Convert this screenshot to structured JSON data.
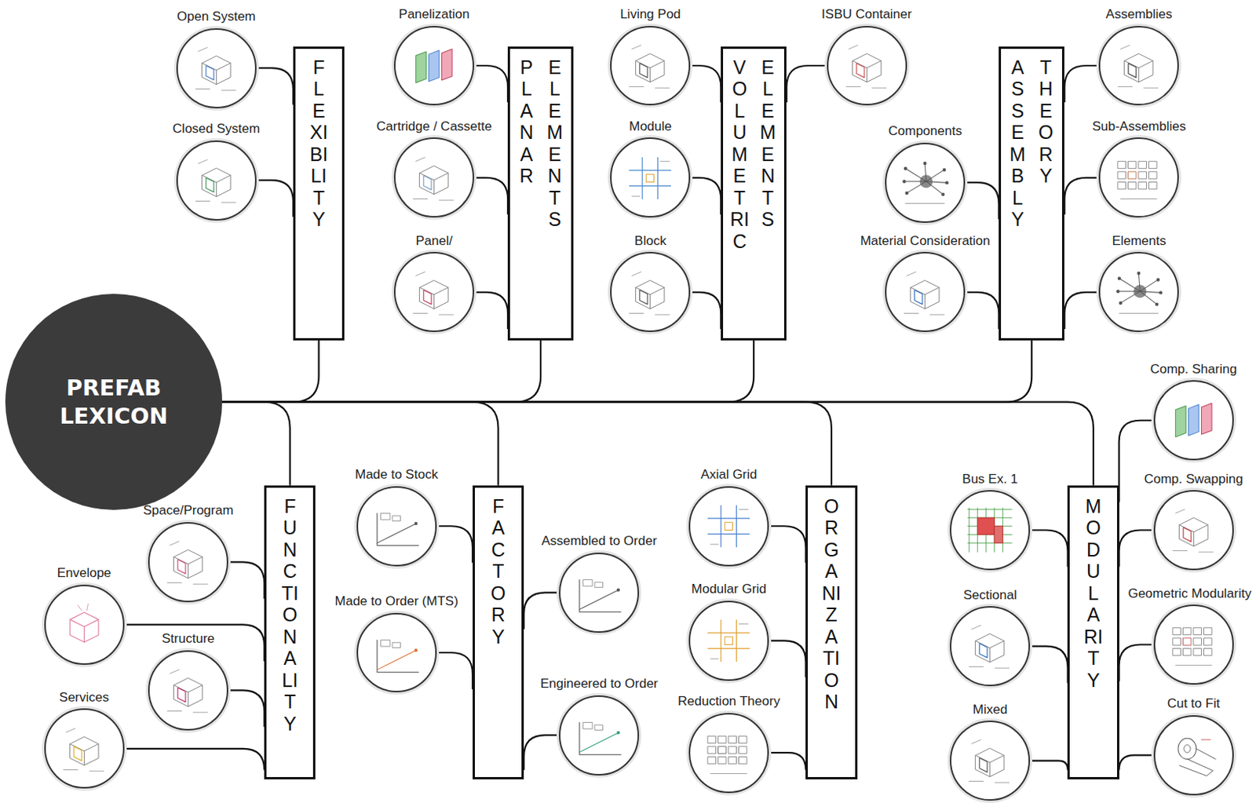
{
  "diagram": {
    "nodes": [
      {
        "text": [
          "PREFAB LEXICON"
        ]
      },
      {
        "text": [
          "FLEXIBILITY"
        ]
      },
      {
        "text": [
          "Open System"
        ]
      },
      {
        "text": [
          "Closed System"
        ]
      },
      {
        "text": [
          "PLANAR",
          "ELEMENTS"
        ]
      },
      {
        "text": [
          "Panelization"
        ]
      },
      {
        "text": [
          "Cartridge / Cassette"
        ]
      },
      {
        "text": [
          "Panel/"
        ]
      },
      {
        "text": [
          "VOLUMETRIC",
          "ELEMENTS"
        ]
      },
      {
        "text": [
          "Living Pod"
        ]
      },
      {
        "text": [
          "Module"
        ]
      },
      {
        "text": [
          "Block"
        ]
      },
      {
        "text": [
          "ISBU Container"
        ]
      },
      {
        "text": [
          "ASSEMBLY",
          "THEORY"
        ]
      },
      {
        "text": [
          "Components"
        ]
      },
      {
        "text": [
          "Material Consideration"
        ]
      },
      {
        "text": [
          "Assemblies"
        ]
      },
      {
        "text": [
          "Sub-Assemblies"
        ]
      },
      {
        "text": [
          "Elements"
        ]
      },
      {
        "text": [
          "FUNCTIONALITY"
        ]
      },
      {
        "text": [
          "Space/Program"
        ]
      },
      {
        "text": [
          "Envelope"
        ]
      },
      {
        "text": [
          "Structure"
        ]
      },
      {
        "text": [
          "Services"
        ]
      },
      {
        "text": [
          "FACTORY"
        ]
      },
      {
        "text": [
          "Made to Stock"
        ]
      },
      {
        "text": [
          "Made to Order (MTS)"
        ]
      },
      {
        "text": [
          "Assembled to Order"
        ]
      },
      {
        "text": [
          "Engineered to Order"
        ]
      },
      {
        "text": [
          "ORGANIZATION"
        ]
      },
      {
        "text": [
          "Axial Grid"
        ]
      },
      {
        "text": [
          "Modular Grid"
        ]
      },
      {
        "text": [
          "Reduction Theory"
        ]
      },
      {
        "text": [
          "MODULARITY"
        ]
      },
      {
        "text": [
          "Bus Ex. 1"
        ]
      },
      {
        "text": [
          "Sectional"
        ]
      },
      {
        "text": [
          "Mixed"
        ]
      },
      {
        "text": [
          "Comp. Sharing"
        ]
      },
      {
        "text": [
          "Comp. Swapping"
        ]
      },
      {
        "text": [
          "Geometric Modularity"
        ]
      },
      {
        "text": [
          "Cut to Fit"
        ]
      }
    ],
    "edges": [
      {
        "from": 0,
        "to": 1,
        "arrow": "none"
      },
      {
        "from": 0,
        "to": 4,
        "arrow": "none"
      },
      {
        "from": 0,
        "to": 8,
        "arrow": "none"
      },
      {
        "from": 0,
        "to": 13,
        "arrow": "none"
      },
      {
        "from": 0,
        "to": 19,
        "arrow": "none"
      },
      {
        "from": 0,
        "to": 24,
        "arrow": "none"
      },
      {
        "from": 0,
        "to": 29,
        "arrow": "none"
      },
      {
        "from": 0,
        "to": 33,
        "arrow": "none"
      },
      {
        "from": 1,
        "to": 2,
        "arrow": "none"
      },
      {
        "from": 1,
        "to": 3,
        "arrow": "none"
      },
      {
        "from": 4,
        "to": 5,
        "arrow": "none"
      },
      {
        "from": 4,
        "to": 6,
        "arrow": "none"
      },
      {
        "from": 4,
        "to": 7,
        "arrow": "none"
      },
      {
        "from": 8,
        "to": 9,
        "arrow": "none"
      },
      {
        "from": 8,
        "to": 10,
        "arrow": "none"
      },
      {
        "from": 8,
        "to": 11,
        "arrow": "none"
      },
      {
        "from": 8,
        "to": 12,
        "arrow": "none"
      },
      {
        "from": 13,
        "to": 14,
        "arrow": "none"
      },
      {
        "from": 13,
        "to": 15,
        "arrow": "none"
      },
      {
        "from": 13,
        "to": 16,
        "arrow": "none"
      },
      {
        "from": 13,
        "to": 17,
        "arrow": "none"
      },
      {
        "from": 13,
        "to": 18,
        "arrow": "none"
      },
      {
        "from": 19,
        "to": 20,
        "arrow": "none"
      },
      {
        "from": 19,
        "to": 21,
        "arrow": "none"
      },
      {
        "from": 19,
        "to": 22,
        "arrow": "none"
      },
      {
        "from": 19,
        "to": 23,
        "arrow": "none"
      },
      {
        "from": 24,
        "to": 25,
        "arrow": "none"
      },
      {
        "from": 24,
        "to": 26,
        "arrow": "none"
      },
      {
        "from": 24,
        "to": 27,
        "arrow": "none"
      },
      {
        "from": 24,
        "to": 28,
        "arrow": "none"
      },
      {
        "from": 29,
        "to": 30,
        "arrow": "none"
      },
      {
        "from": 29,
        "to": 31,
        "arrow": "none"
      },
      {
        "from": 29,
        "to": 32,
        "arrow": "none"
      },
      {
        "from": 33,
        "to": 34,
        "arrow": "none"
      },
      {
        "from": 33,
        "to": 35,
        "arrow": "none"
      },
      {
        "from": 33,
        "to": 36,
        "arrow": "none"
      },
      {
        "from": 33,
        "to": 37,
        "arrow": "none"
      },
      {
        "from": 33,
        "to": 38,
        "arrow": "none"
      },
      {
        "from": 33,
        "to": 39,
        "arrow": "none"
      },
      {
        "from": 33,
        "to": 40,
        "arrow": "none"
      }
    ]
  }
}
